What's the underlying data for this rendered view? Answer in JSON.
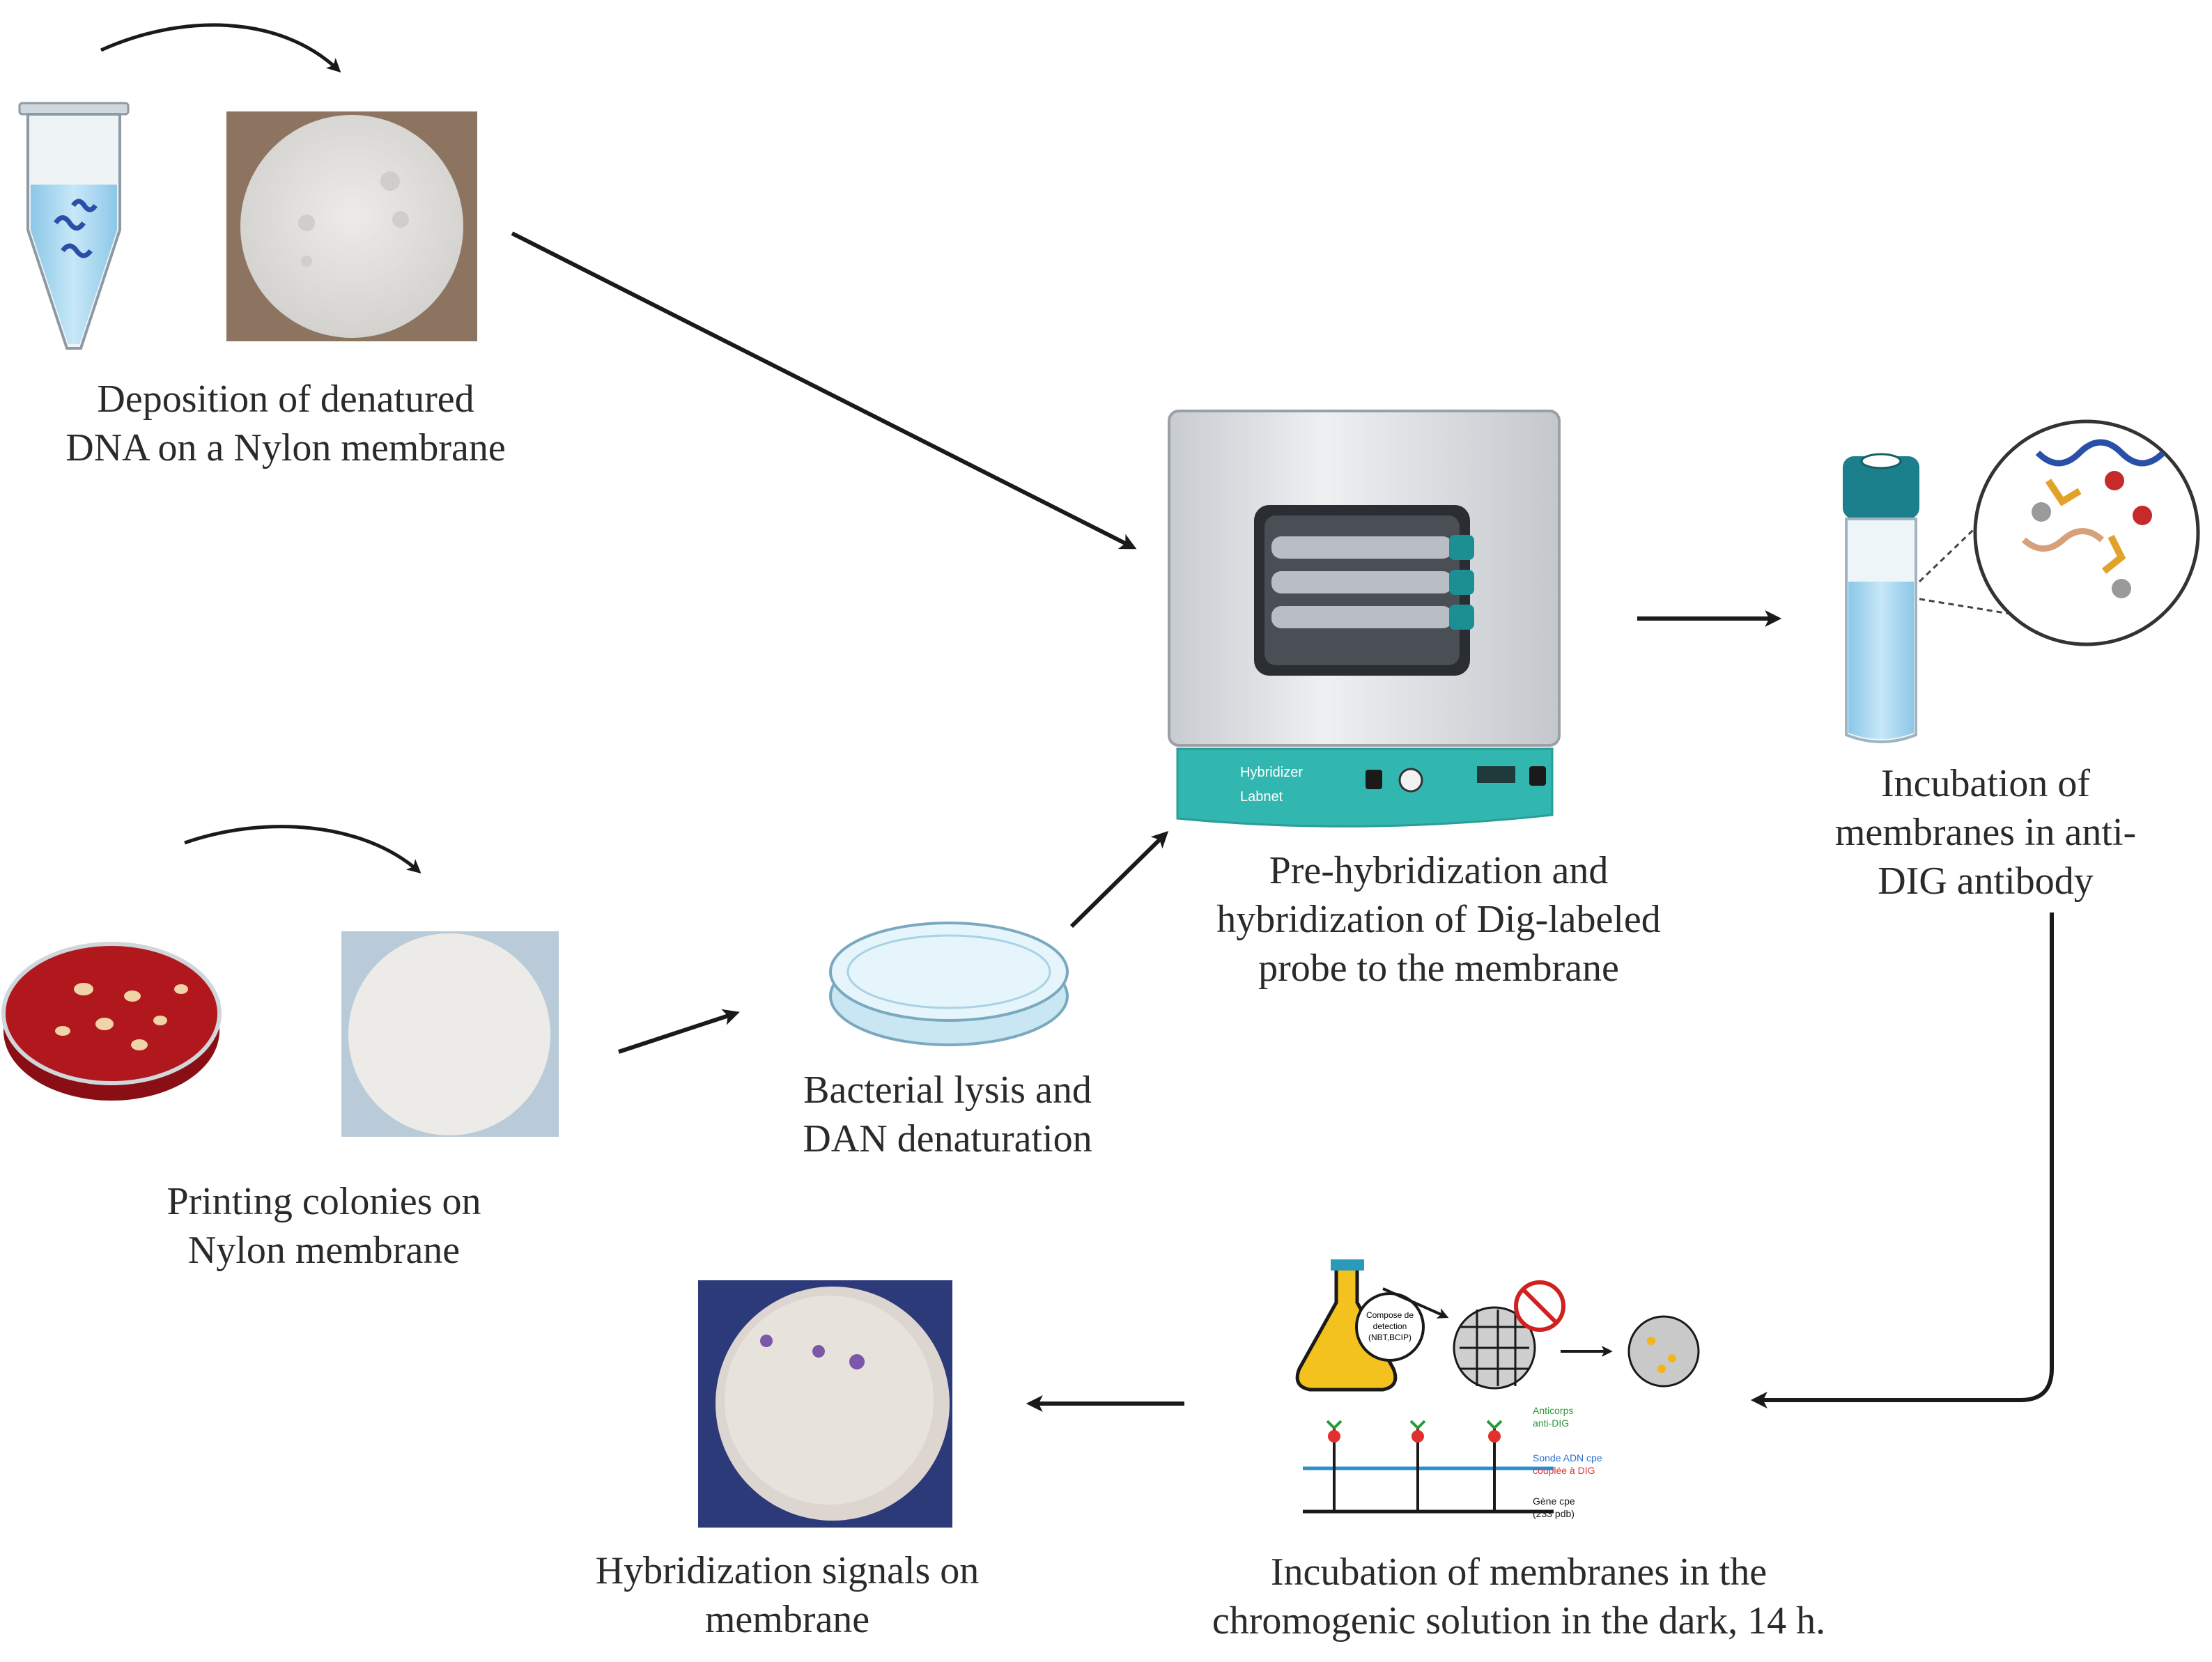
{
  "captions": {
    "deposition": [
      "Deposition of denatured",
      "DNA on a Nylon membrane"
    ],
    "printing": [
      "Printing colonies on",
      "Nylon membrane"
    ],
    "lysis": [
      "Bacterial lysis and",
      "DAN denaturation"
    ],
    "hybridization": [
      "Pre-hybridization and",
      "hybridization of Dig-labeled",
      "probe to the membrane"
    ],
    "antibody": [
      "Incubation of",
      "membranes in anti-",
      "DIG antibody"
    ],
    "chromogenic": [
      "Incubation of membranes in the",
      "chromogenic solution in the dark, 14 h."
    ],
    "signals": [
      "Hybridization signals on",
      "membrane"
    ]
  },
  "inset_labels": {
    "flask": [
      "Compose de",
      "detection",
      "(NBT,BCIP)"
    ],
    "antibody": [
      "Anticorps",
      "anti-DIG"
    ],
    "probe": [
      "Sonde ADN cpe",
      "couplée à DIG"
    ],
    "gene": [
      "Gène cpe",
      "(233 pdb)"
    ],
    "incubator_brand": "Hybridizer",
    "incubator_maker": "Labnet"
  },
  "colors": {
    "arrow": "#1a1a1a",
    "agar": "#b0181e",
    "liquid": "#a9d8f2",
    "cap": "#1b7f8c",
    "incubator_panel": "#32b6b0",
    "dna_blue": "#2a4fa8",
    "membrane": "#e4e4e2"
  }
}
